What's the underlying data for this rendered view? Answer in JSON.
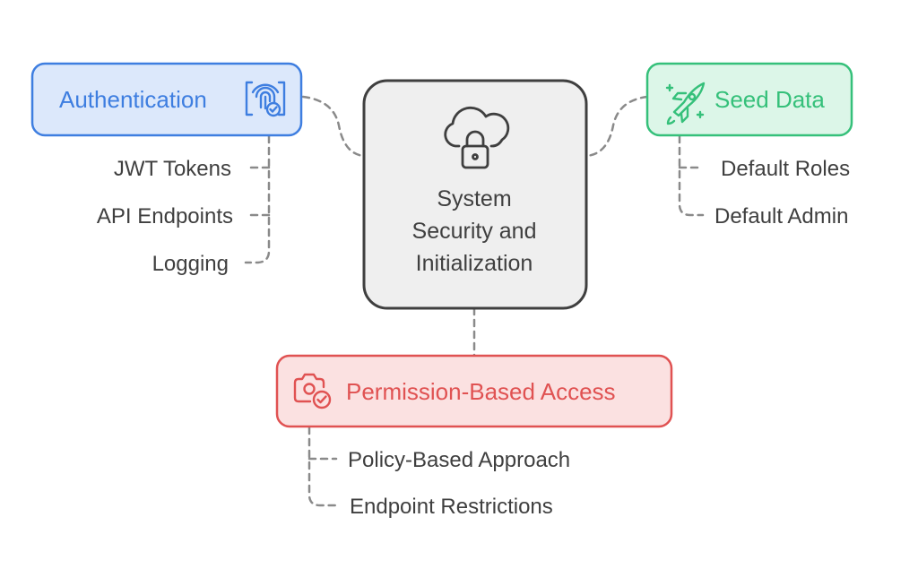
{
  "central": {
    "title_lines": [
      "System",
      "Security and",
      "Initialization"
    ],
    "icon": "cloud-lock-icon",
    "color": "#3f3f3f",
    "fill": "#efefef"
  },
  "authentication": {
    "label": "Authentication",
    "icon": "fingerprint-check-icon",
    "color": "#3e7ee0",
    "fill": "#dce8fb",
    "items": [
      "JWT Tokens",
      "API Endpoints",
      "Logging"
    ]
  },
  "seed_data": {
    "label": "Seed Data",
    "icon": "rocket-icon",
    "color": "#35c07a",
    "fill": "#dcf6e8",
    "items": [
      "Default Roles",
      "Default Admin"
    ]
  },
  "permission": {
    "label": "Permission-Based Access",
    "icon": "camera-check-icon",
    "color": "#e05252",
    "fill": "#fbe1e1",
    "items": [
      "Policy-Based Approach",
      "Endpoint Restrictions"
    ]
  }
}
